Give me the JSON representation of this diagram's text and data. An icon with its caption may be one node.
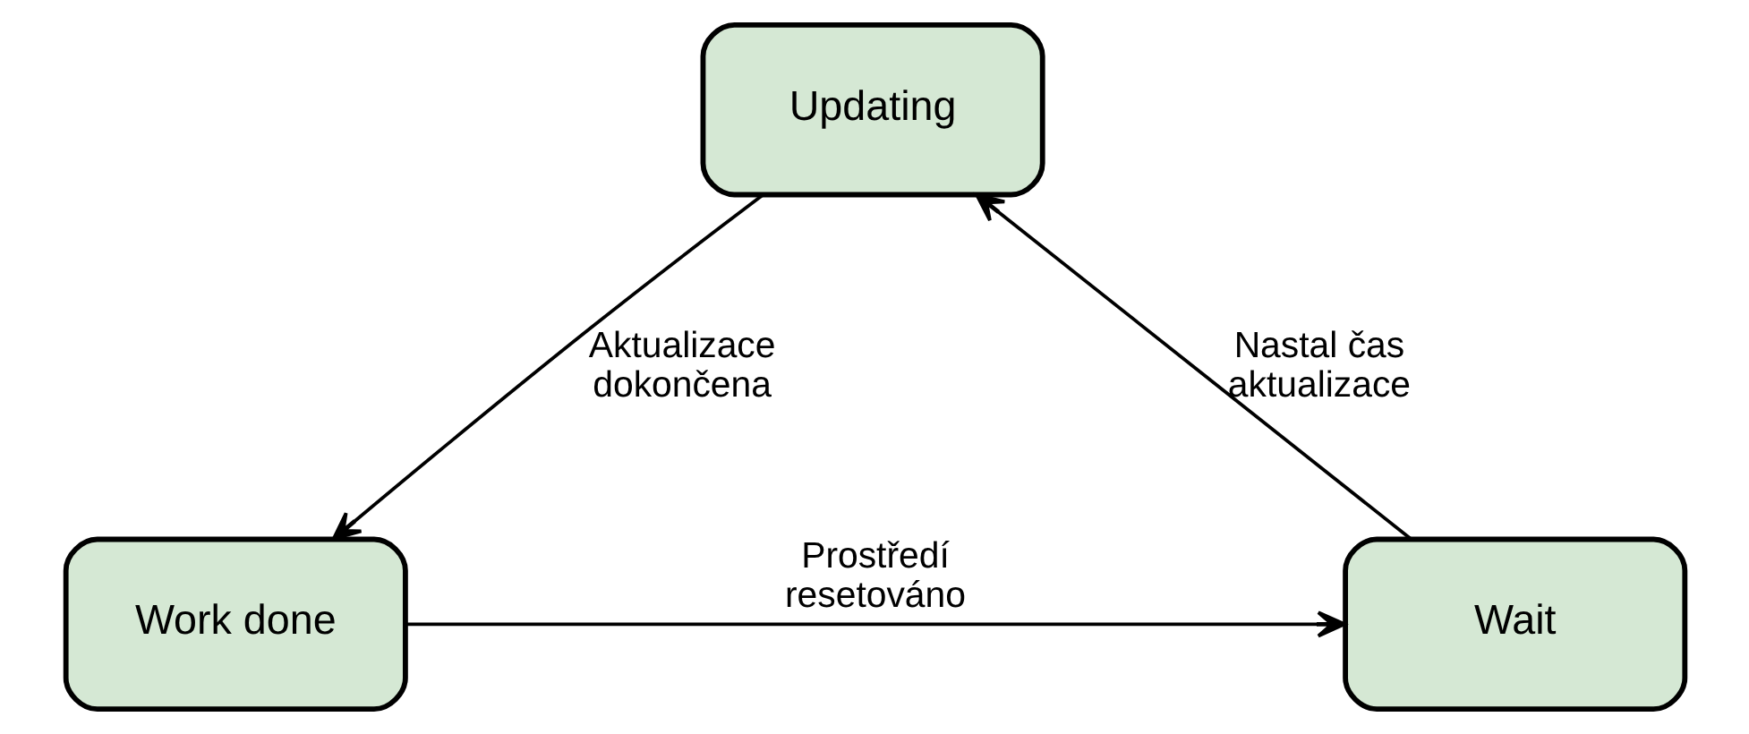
{
  "diagram": {
    "nodes": [
      {
        "text": [
          "Updating"
        ]
      },
      {
        "text": [
          "Work done"
        ]
      },
      {
        "text": [
          "Wait"
        ]
      }
    ],
    "edges": [
      {
        "from": 2,
        "to": 0,
        "arrow": "to",
        "label": "Nastal čas aktualizace"
      },
      {
        "from": 0,
        "to": 1,
        "arrow": "to",
        "label": "Aktualizace dokončena"
      },
      {
        "from": 1,
        "to": 2,
        "arrow": "to",
        "label": "Prostředí resetováno"
      }
    ]
  }
}
